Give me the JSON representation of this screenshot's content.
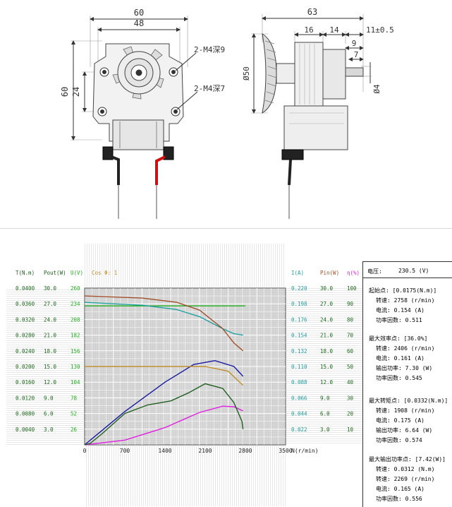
{
  "drawing": {
    "front": {
      "dim_width_total": "60",
      "dim_width_holes": "48",
      "dim_height_total": "60",
      "dim_height_holes": "24",
      "label_holes_top": "2-M4深9",
      "label_holes_bottom": "2-M4深7"
    },
    "side": {
      "dim_length_total": "63",
      "dim_16": "16",
      "dim_14": "14",
      "dim_shaft": "11±0.5",
      "dim_9": "9",
      "dim_7": "7",
      "dim_fan_dia": "Ø50",
      "dim_shaft_dia": "Ø4"
    }
  },
  "colors": {
    "torque": "#1a1aa0",
    "pout": "#e020e0",
    "voltage": "#20b020",
    "cos": "#c09030",
    "current": "#20a0a0",
    "pin": "#a0502a",
    "efficiency": "#206020"
  },
  "chart_data": {
    "type": "line",
    "xlabel": "N(r/min)",
    "x_ticks": [
      0,
      700,
      1400,
      2100,
      2800,
      3500
    ],
    "xlim": [
      0,
      3500
    ],
    "axes": {
      "T": {
        "label": "T(N.m)",
        "ticks": [
          "0.0040",
          "0.0080",
          "0.0120",
          "0.0160",
          "0.0200",
          "0.0240",
          "0.0280",
          "0.0320",
          "0.0360",
          "0.0400"
        ]
      },
      "Pout": {
        "label": "Pout(W)",
        "ticks": [
          "3.0",
          "6.0",
          "9.0",
          "12.0",
          "15.0",
          "18.0",
          "21.0",
          "24.0",
          "27.0",
          "30.0"
        ]
      },
      "U": {
        "label": "U(V)",
        "ticks": [
          "26",
          "52",
          "78",
          "104",
          "130",
          "156",
          "182",
          "208",
          "234",
          "260"
        ]
      },
      "Cos": {
        "label": "Cos Φ: 1"
      },
      "I": {
        "label": "I(A)",
        "ticks": [
          "0.022",
          "0.044",
          "0.066",
          "0.088",
          "0.110",
          "0.132",
          "0.154",
          "0.176",
          "0.198",
          "0.220"
        ]
      },
      "Pin": {
        "label": "Pin(W)",
        "ticks": [
          "3.0",
          "6.0",
          "9.0",
          "12.0",
          "15.0",
          "18.0",
          "21.0",
          "24.0",
          "27.0",
          "30.0"
        ]
      },
      "eta": {
        "label": "η(%)",
        "ticks": [
          "10",
          "20",
          "30",
          "40",
          "50",
          "60",
          "70",
          "80",
          "90",
          "100"
        ]
      }
    },
    "series": [
      {
        "key": "torque",
        "points": [
          [
            0,
            0
          ],
          [
            700,
            0.0085
          ],
          [
            1400,
            0.016
          ],
          [
            1900,
            0.0205
          ],
          [
            2269,
            0.0215
          ],
          [
            2600,
            0.02
          ],
          [
            2758,
            0.0175
          ]
        ]
      },
      {
        "key": "pout",
        "points": [
          [
            0,
            0
          ],
          [
            700,
            0.9
          ],
          [
            1400,
            3.3
          ],
          [
            2000,
            6.2
          ],
          [
            2406,
            7.4
          ],
          [
            2600,
            7.3
          ],
          [
            2758,
            6.5
          ]
        ]
      },
      {
        "key": "voltage",
        "points": [
          [
            0,
            230.5
          ],
          [
            2800,
            230.5
          ]
        ]
      },
      {
        "key": "cos",
        "points": [
          [
            0,
            0.5
          ],
          [
            1400,
            0.5
          ],
          [
            2100,
            0.5
          ],
          [
            2500,
            0.47
          ],
          [
            2700,
            0.4
          ],
          [
            2758,
            0.38
          ]
        ]
      },
      {
        "key": "current",
        "points": [
          [
            0,
            0.2
          ],
          [
            1000,
            0.196
          ],
          [
            1600,
            0.19
          ],
          [
            2000,
            0.18
          ],
          [
            2406,
            0.163
          ],
          [
            2600,
            0.156
          ],
          [
            2758,
            0.154
          ]
        ]
      },
      {
        "key": "pin",
        "points": [
          [
            0,
            28.5
          ],
          [
            1000,
            28.1
          ],
          [
            1600,
            27.3
          ],
          [
            2000,
            25.8
          ],
          [
            2400,
            22.3
          ],
          [
            2600,
            19.5
          ],
          [
            2758,
            18.0
          ]
        ]
      },
      {
        "key": "efficiency",
        "points": [
          [
            0,
            0
          ],
          [
            100,
            1
          ],
          [
            300,
            7
          ],
          [
            700,
            20
          ],
          [
            1100,
            25.5
          ],
          [
            1500,
            28
          ],
          [
            1800,
            33
          ],
          [
            2100,
            39
          ],
          [
            2406,
            36
          ],
          [
            2600,
            27
          ],
          [
            2740,
            15
          ],
          [
            2758,
            10
          ]
        ]
      }
    ]
  },
  "panel": {
    "voltage_label": "电压:",
    "voltage_value": "230.5 (V)",
    "start": {
      "title": "起始点: [0.0175(N.m)]",
      "lines": [
        "转速: 2758 (r/min)",
        "电流: 0.154 (A)",
        "功率因数: 0.511"
      ]
    },
    "max_eff": {
      "title": "最大效率点: [36.0%]",
      "lines": [
        "转速: 2406 (r/min)",
        "电流: 0.161 (A)",
        "输出功率: 7.30 (W)",
        "功率因数: 0.545"
      ]
    },
    "max_torque": {
      "title": "最大转矩点: [0.0332(N.m)]",
      "lines": [
        "转速: 1908 (r/min)",
        "电流: 0.175 (A)",
        "输出功率: 6.64 (W)",
        "功率因数: 0.574"
      ]
    },
    "max_power": {
      "title": "最大输出功率点: [7.42(W)]",
      "lines": [
        "转速: 0.0312 (N.m)",
        "转速: 2269 (r/min)",
        "电流: 0.165 (A)",
        "功率因数: 0.556"
      ]
    }
  }
}
